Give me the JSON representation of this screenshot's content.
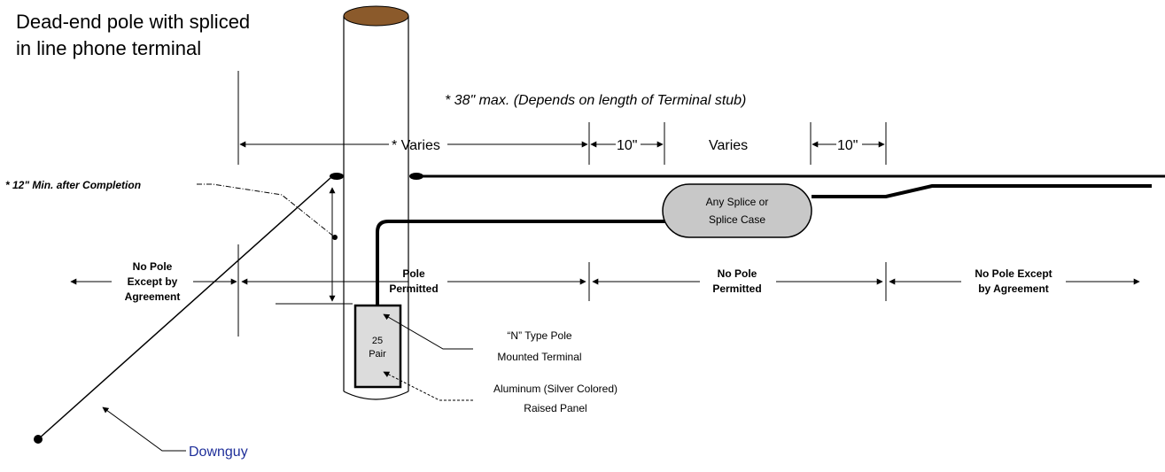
{
  "diagram": {
    "title_line1": "Dead-end pole with spliced",
    "title_line2": "in line phone terminal",
    "note_38": "* 38\" max. (Depends on length of Terminal stub)",
    "dim_varies_star": "* Varies",
    "dim_10_left": "10\"",
    "dim_varies": "Varies",
    "dim_10_right": "10\"",
    "note_12": "* 12\" Min. after Completion",
    "splice_line1": "Any Splice or",
    "splice_line2": "Splice Case",
    "zone_left": [
      "No Pole",
      "Except by",
      "Agreement"
    ],
    "zone_pole": [
      "Pole",
      "Permitted"
    ],
    "zone_mid": [
      "No Pole",
      "Permitted"
    ],
    "zone_right": [
      "No Pole Except",
      "by Agreement"
    ],
    "terminal_line1": "25",
    "terminal_line2": "Pair",
    "n_type_line1": "“N” Type Pole",
    "n_type_line2": "Mounted Terminal",
    "alum_line1": "Aluminum (Silver Colored)",
    "alum_line2": "Raised Panel",
    "downguy": "Downguy",
    "colors": {
      "pole_top": "#8b5a2b",
      "splice_fill": "#c8c8c8",
      "terminal_fill": "#dcdcdc",
      "downguy_text": "#1f2f9a"
    }
  }
}
